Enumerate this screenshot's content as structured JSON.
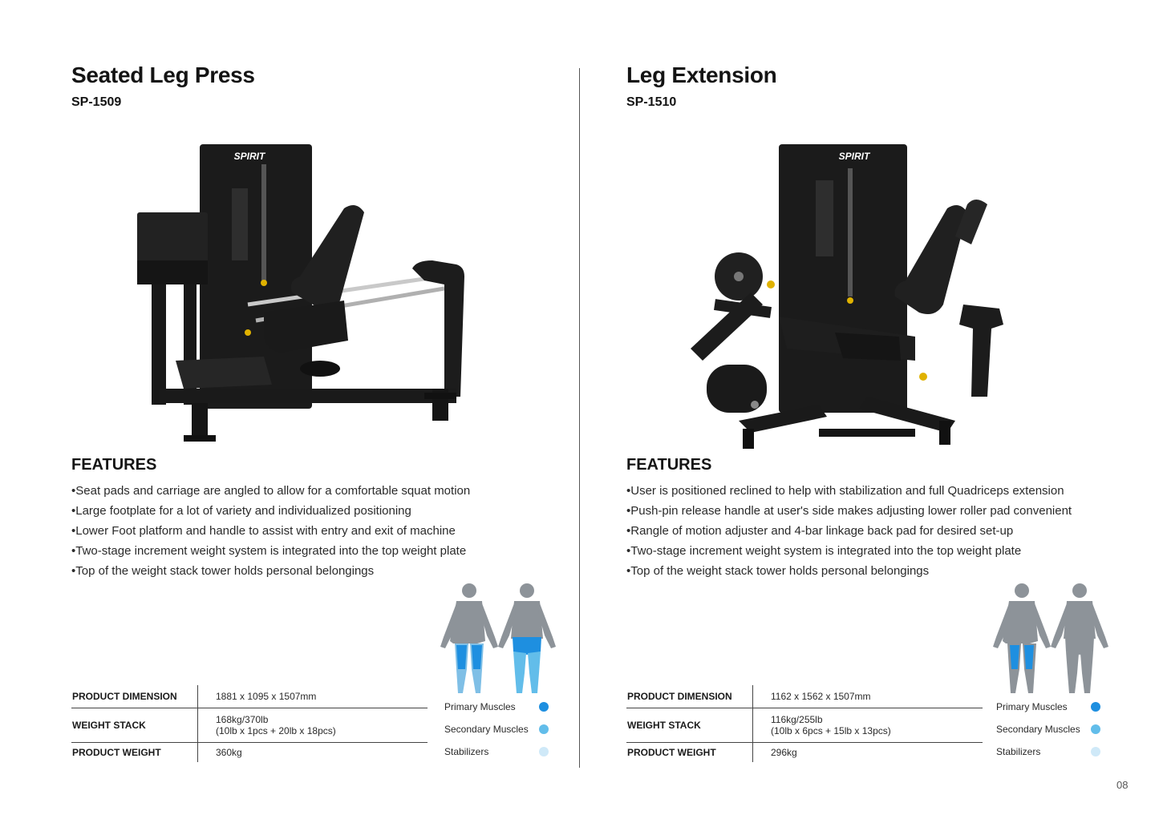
{
  "products": [
    {
      "title": "Seated Leg Press",
      "model": "SP-1509",
      "brand": "SPIRIT",
      "features_heading": "FEATURES",
      "features": [
        "•Seat pads and carriage are angled to allow for a comfortable squat motion",
        "•Large footplate for a lot of variety and individualized positioning",
        "•Lower Foot platform and handle to assist with entry and exit of machine",
        "•Two-stage increment weight system is integrated into the top weight plate",
        "•Top of the weight stack tower holds personal belongings"
      ],
      "specs": [
        {
          "label": "PRODUCT DIMENSION",
          "value": "1881 x 1095 x 1507mm"
        },
        {
          "label": "WEIGHT STACK",
          "value": "168kg/370lb\n(10lb x 1pcs + 20lb x 18pcs)"
        },
        {
          "label": "PRODUCT WEIGHT",
          "value": "360kg"
        }
      ],
      "legend": [
        {
          "label": "Primary Muscles",
          "color": "#1e8fe0"
        },
        {
          "label": "Secondary Muscles",
          "color": "#62bdea"
        },
        {
          "label": "Stabilizers",
          "color": "#cfe9f8"
        }
      ]
    },
    {
      "title": "Leg Extension",
      "model": "SP-1510",
      "brand": "SPIRIT",
      "features_heading": "FEATURES",
      "features": [
        "•User is positioned reclined to help with stabilization and full Quadriceps extension",
        "•Push-pin release handle at user's side makes adjusting lower roller pad convenient",
        "•Rangle of motion adjuster and 4-bar linkage back pad for desired set-up",
        "•Two-stage increment weight system is integrated into the top weight plate",
        "•Top of the weight stack tower holds personal belongings"
      ],
      "specs": [
        {
          "label": "PRODUCT DIMENSION",
          "value": "1162 x 1562 x 1507mm"
        },
        {
          "label": "WEIGHT STACK",
          "value": "116kg/255lb\n(10lb x 6pcs + 15lb x 13pcs)"
        },
        {
          "label": "PRODUCT WEIGHT",
          "value": "296kg"
        }
      ],
      "legend": [
        {
          "label": "Primary Muscles",
          "color": "#1e8fe0"
        },
        {
          "label": "Secondary Muscles",
          "color": "#62bdea"
        },
        {
          "label": "Stabilizers",
          "color": "#cfe9f8"
        }
      ]
    }
  ],
  "page_number": "08"
}
